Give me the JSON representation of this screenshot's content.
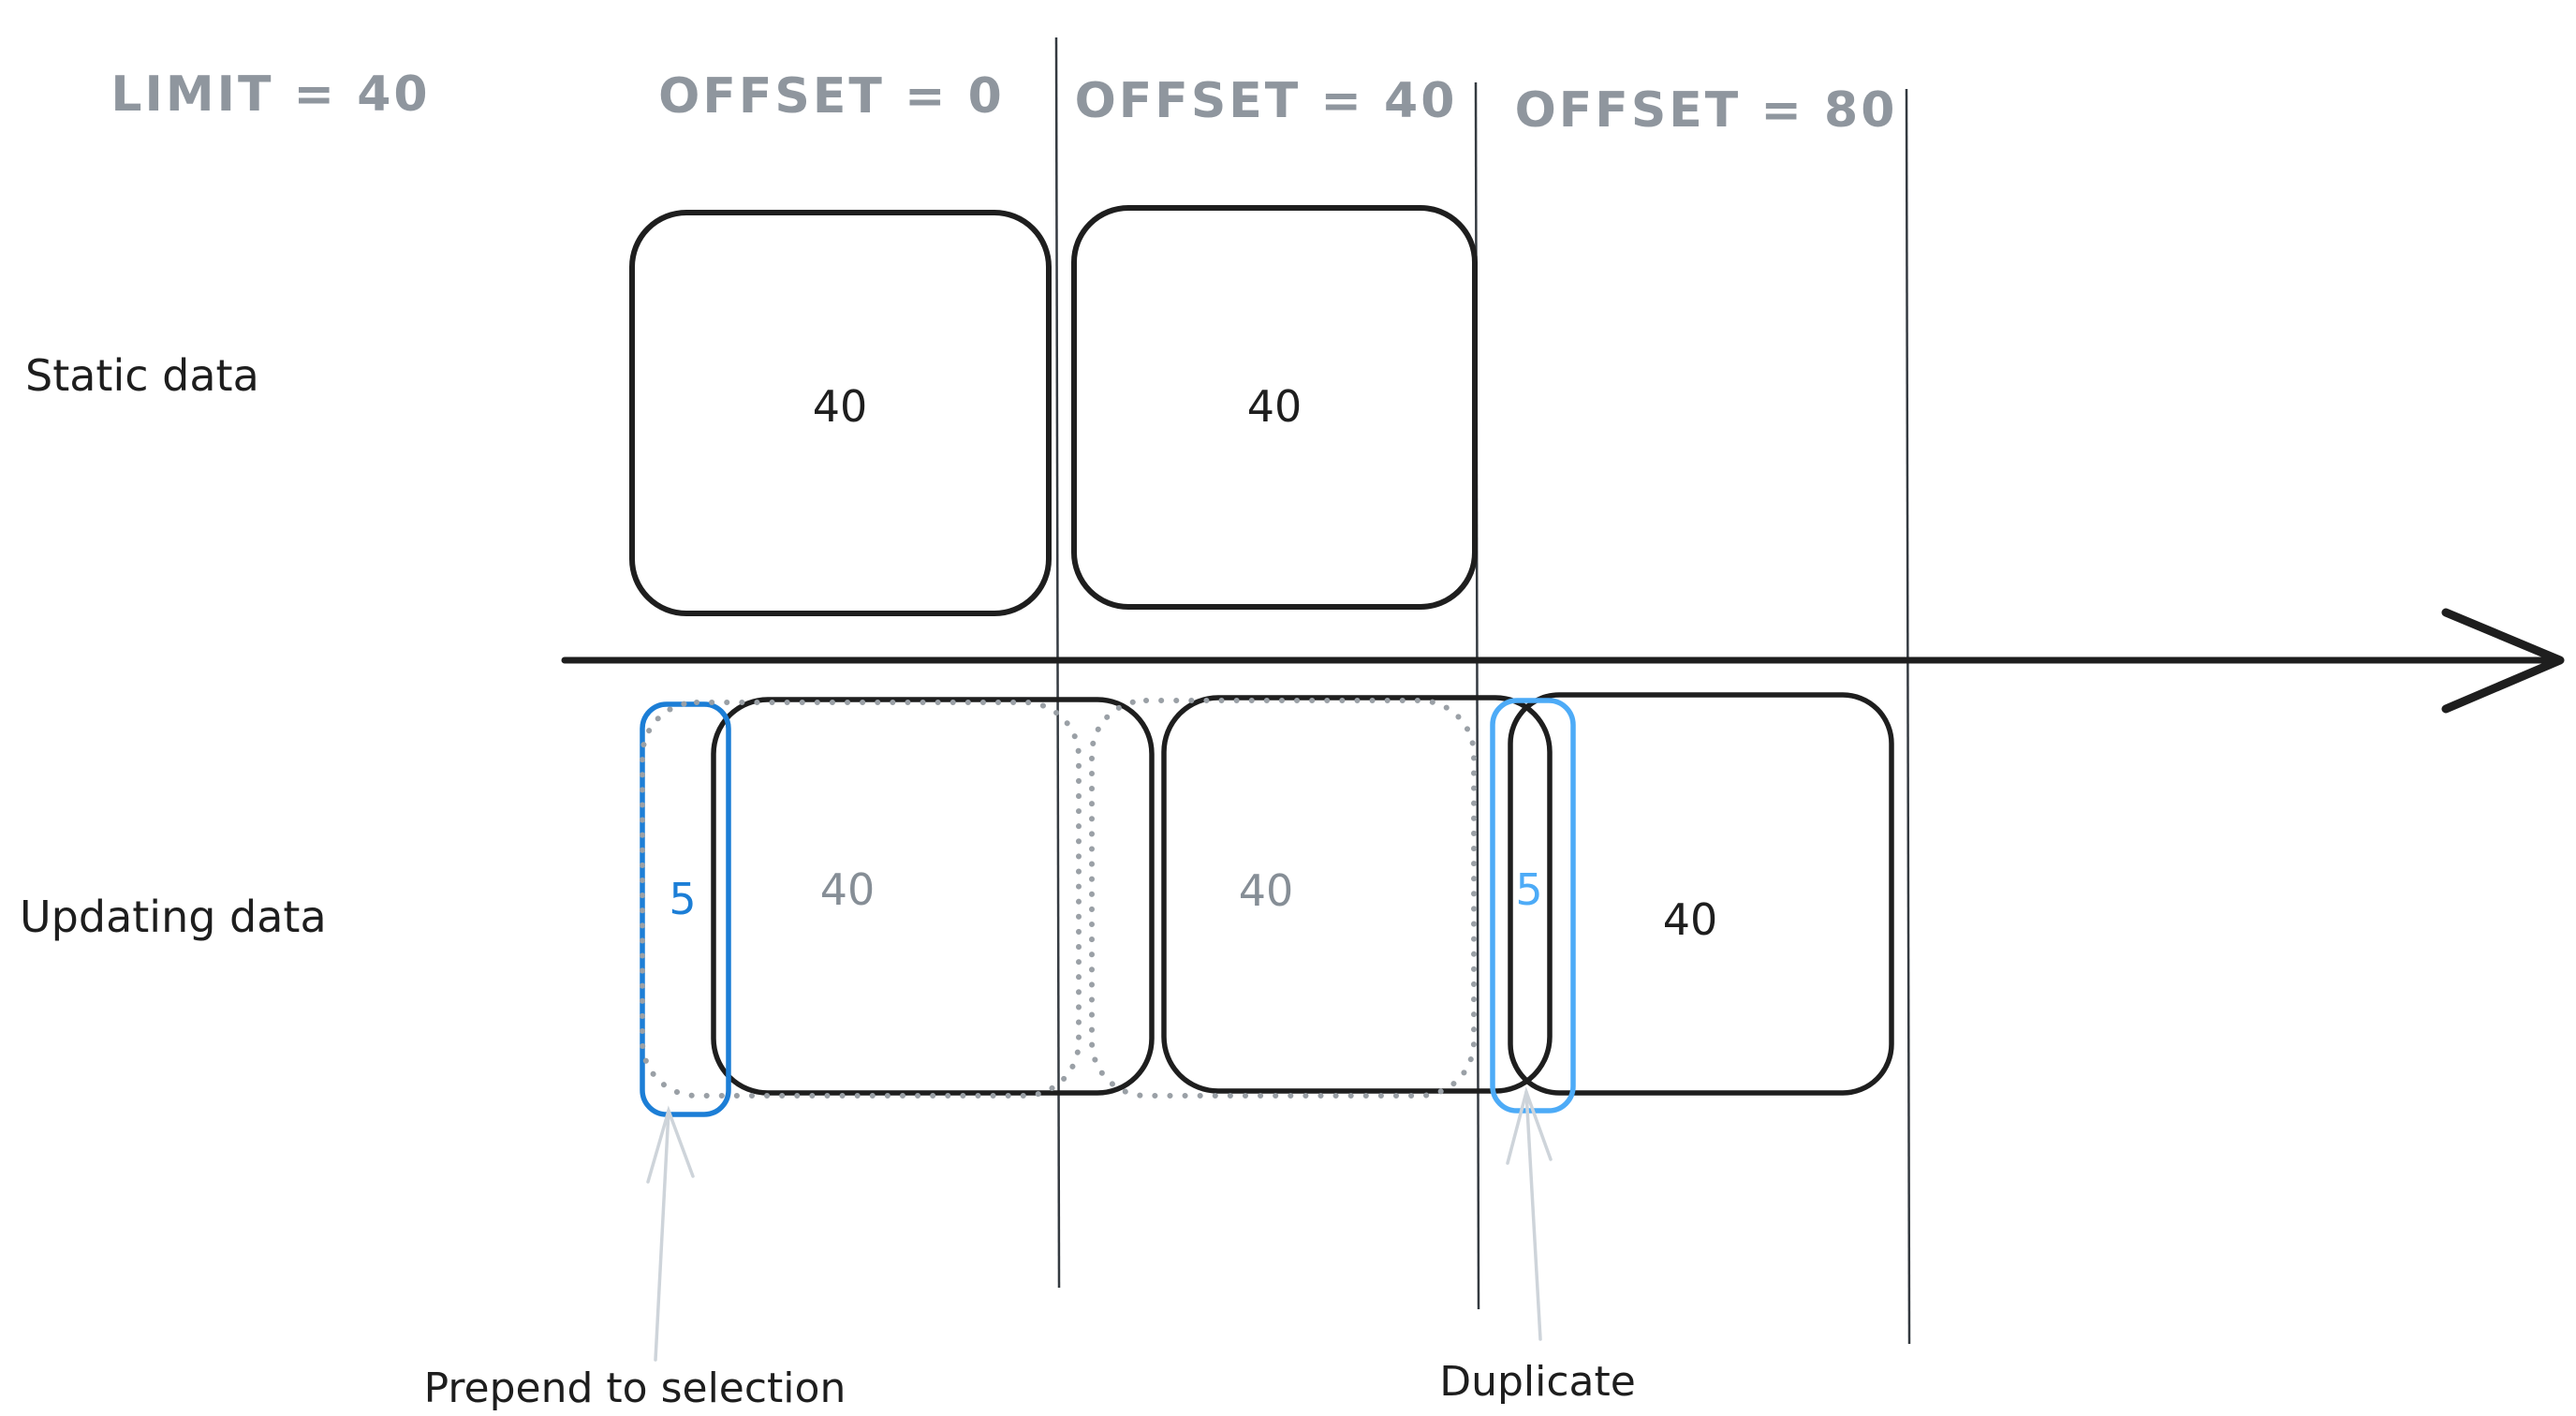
{
  "colors": {
    "background": "#ffffff",
    "ink": "#1e1e1e",
    "header_gray": "#868e96",
    "value_gray": "#868e96",
    "dashed_gray": "#9aa0a6",
    "divider_dark": "#343a40",
    "blue_dark": "#1c7ed6",
    "blue_light": "#4dabf7",
    "arrow_light_gray": "#ced4da"
  },
  "header": {
    "limit_label": "LIMIT = 40",
    "offset_labels": [
      "OFFSET = 0",
      "OFFSET = 40",
      "OFFSET = 80"
    ]
  },
  "rows": {
    "static_label": "Static data",
    "updating_label": "Updating data"
  },
  "static_row": {
    "page1_value": "40",
    "page2_value": "40"
  },
  "updating_row": {
    "prepended_value": "5",
    "page1_value": "40",
    "page2_value": "40",
    "duplicate_value": "5",
    "page3_value": "40"
  },
  "annotations": {
    "prepend_label": "Prepend to selection",
    "duplicate_label": "Duplicate"
  }
}
